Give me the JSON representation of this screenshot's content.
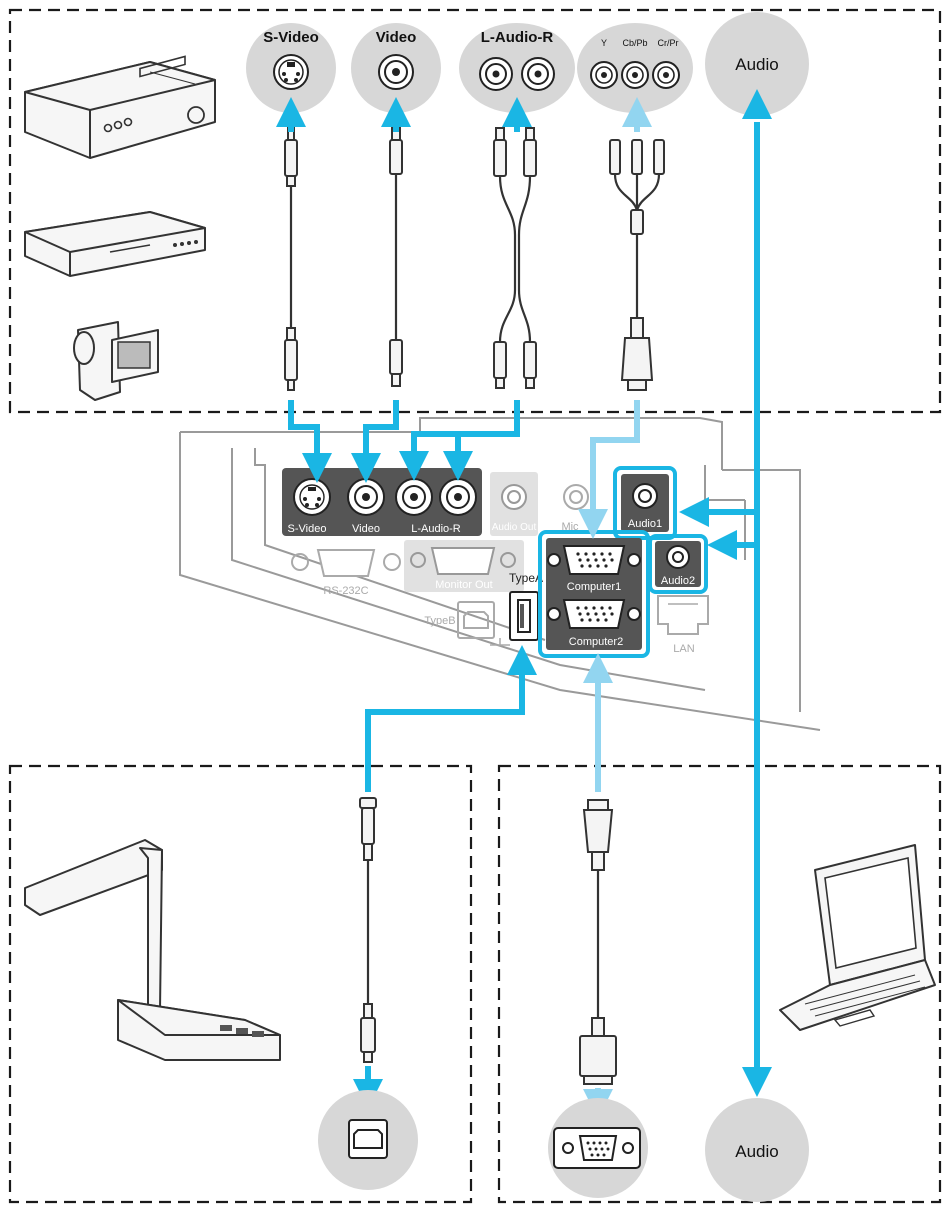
{
  "colors": {
    "arrow_strong": "#1ab6e4",
    "arrow_light": "#92d5f0",
    "port_circle": "#d7d7d7",
    "port_panel_dark": "#555555",
    "highlight": "#1ab6e4"
  },
  "top_ports": {
    "svideo": "S-Video",
    "video": "Video",
    "audio_lr": "L-Audio-R",
    "y": "Y",
    "cb": "Cb/Pb",
    "cr": "Cr/Pr",
    "audio": "Audio"
  },
  "panel": {
    "svideo": "S-Video",
    "video": "Video",
    "audio_lr": "L-Audio-R",
    "audio_out": "Audio Out",
    "mic": "Mic",
    "audio1": "Audio1",
    "audio2": "Audio2",
    "rs232c": "RS-232C",
    "monitor_out": "Monitor Out",
    "type_a": "TypeA",
    "type_b": "TypeB",
    "computer1": "Computer1",
    "computer2": "Computer2",
    "lan": "LAN"
  },
  "bottom_ports": {
    "audio": "Audio"
  },
  "icons": [
    "vcr-icon",
    "dvd-player-icon",
    "camcorder-icon",
    "document-camera-icon",
    "laptop-icon",
    "svideo-port-icon",
    "rca-port-icon",
    "vga-port-icon",
    "usb-b-port-icon"
  ]
}
